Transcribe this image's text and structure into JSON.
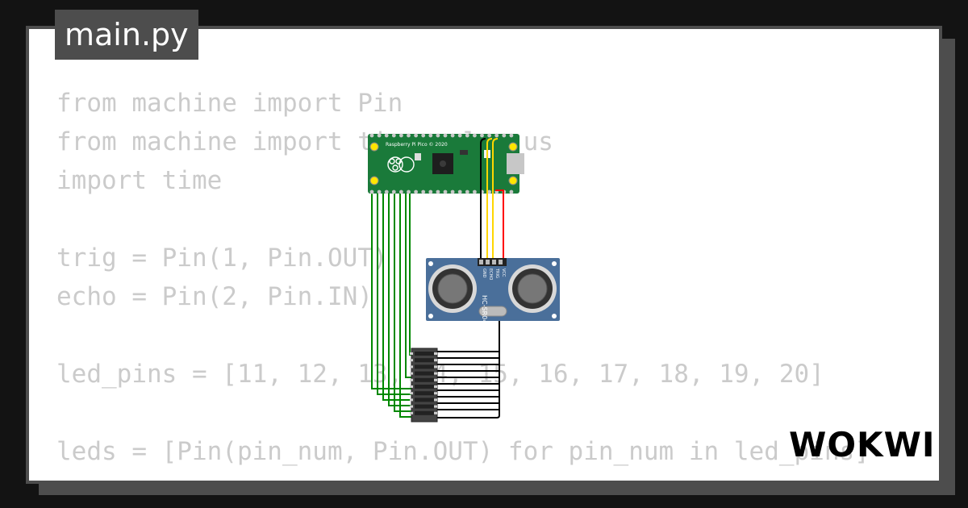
{
  "editor": {
    "filename": "main.py",
    "code_lines": [
      "from machine import Pin",
      "from machine import time_pulse_us",
      "import time",
      "",
      "trig = Pin(1, Pin.OUT)",
      "echo = Pin(2, Pin.IN)",
      "",
      "led_pins = [11, 12, 13, 14, 15, 16, 17, 18, 19, 20]",
      "",
      "leds = [Pin(pin_num, Pin.OUT) for pin_num in led_pins]"
    ]
  },
  "diagram": {
    "pico": {
      "silkscreen": "Raspberry Pi Pico © 2020",
      "board_color": "#1a7a3a"
    },
    "sensor": {
      "model": "HC-SR04",
      "pin_labels": [
        "VCC",
        "TRIG",
        "ECHO",
        "GND"
      ],
      "board_color": "#4a6f9a"
    },
    "bargraph": {
      "segments": 10
    },
    "wire_colors": {
      "gpio": "#008800",
      "gnd": "#000000",
      "vcc": "#ff0000",
      "signal": "#ffd700"
    }
  },
  "branding": {
    "logo": "WOKWI"
  }
}
